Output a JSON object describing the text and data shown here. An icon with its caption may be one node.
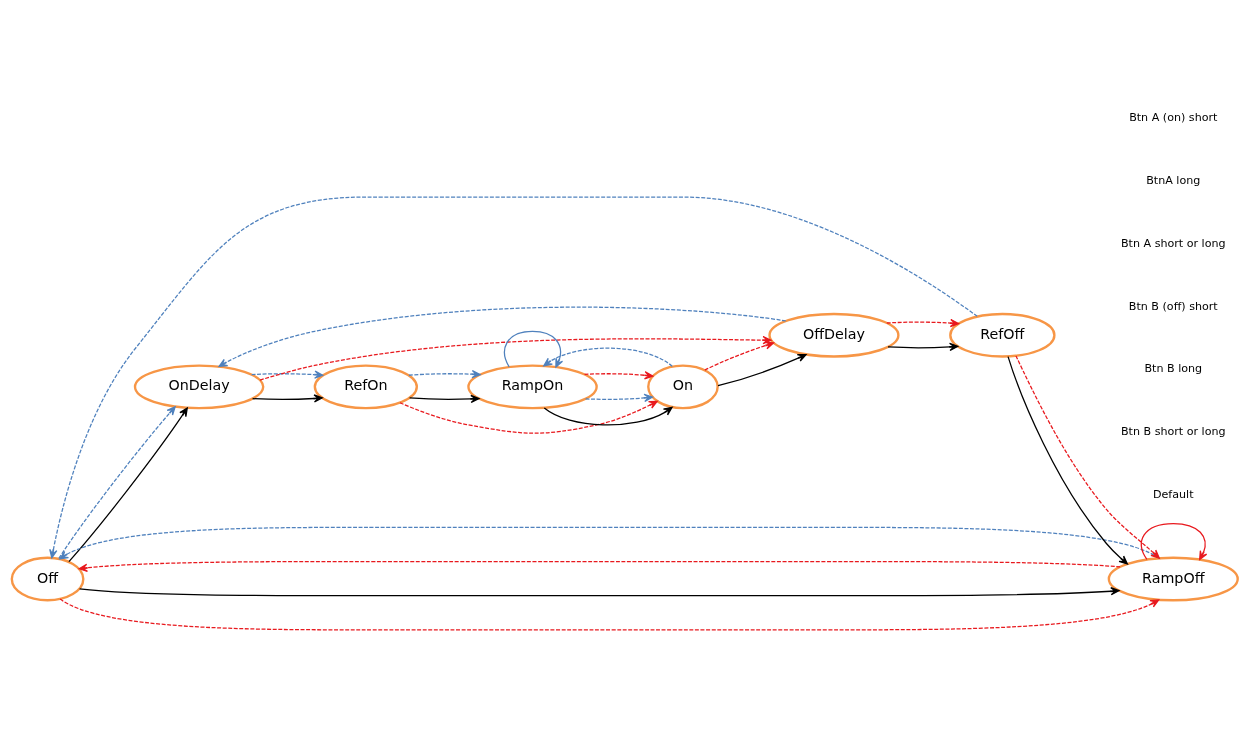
{
  "diagram": {
    "nodes": [
      {
        "text": [
          "Off"
        ]
      },
      {
        "text": [
          "OnDelay"
        ]
      },
      {
        "text": [
          "RefOn"
        ]
      },
      {
        "text": [
          "RampOn"
        ]
      },
      {
        "text": [
          "On"
        ]
      },
      {
        "text": [
          "RampOff"
        ]
      },
      {
        "text": [
          "OffDelay"
        ]
      },
      {
        "text": [
          "RefOff"
        ]
      }
    ],
    "edges": [
      {
        "from": 0,
        "to": 1,
        "arrow": "to",
        "color": "#000000"
      },
      {
        "from": 0,
        "to": 1,
        "arrow": "to",
        "style": "dashed",
        "color": "#4f81bd"
      },
      {
        "from": 6,
        "to": 1,
        "arrow": "to",
        "style": "dashed",
        "color": "#4f81bd"
      },
      {
        "from": 1,
        "to": 2,
        "arrow": "to",
        "color": "#000000"
      },
      {
        "from": 1,
        "to": 2,
        "arrow": "to",
        "style": "dashed",
        "color": "#4f81bd"
      },
      {
        "from": 2,
        "to": 3,
        "arrow": "to",
        "color": "#000000"
      },
      {
        "from": 2,
        "to": 3,
        "arrow": "to",
        "style": "dashed",
        "color": "#4f81bd"
      },
      {
        "from": 3,
        "to": 3,
        "arrow": "to",
        "color": "#4f81bd"
      },
      {
        "from": 3,
        "to": 4,
        "arrow": "to",
        "color": "#000000"
      },
      {
        "from": 3,
        "to": 4,
        "arrow": "to",
        "style": "dashed",
        "color": "#4f81bd"
      },
      {
        "from": 3,
        "to": 4,
        "arrow": "to",
        "style": "dashed",
        "color": "#e8191e"
      },
      {
        "from": 4,
        "to": 3,
        "arrow": "to",
        "style": "dashed",
        "color": "#4f81bd"
      },
      {
        "from": 2,
        "to": 4,
        "arrow": "to",
        "style": "dashed",
        "color": "#e8191e"
      },
      {
        "from": 1,
        "to": 6,
        "arrow": "to",
        "style": "dashed",
        "color": "#e8191e"
      },
      {
        "from": 0,
        "to": 5,
        "arrow": "to",
        "style": "dashed",
        "color": "#e8191e"
      },
      {
        "from": 0,
        "to": 5,
        "arrow": "to",
        "color": "#000000"
      },
      {
        "from": 4,
        "to": 6,
        "arrow": "to",
        "color": "#000000"
      },
      {
        "from": 4,
        "to": 6,
        "arrow": "to",
        "style": "dashed",
        "color": "#e8191e"
      },
      {
        "from": 6,
        "to": 7,
        "arrow": "to",
        "color": "#000000"
      },
      {
        "from": 6,
        "to": 7,
        "arrow": "to",
        "style": "dashed",
        "color": "#e8191e"
      },
      {
        "from": 7,
        "to": 5,
        "arrow": "to",
        "color": "#000000"
      },
      {
        "from": 7,
        "to": 5,
        "arrow": "to",
        "style": "dashed",
        "color": "#e8191e"
      },
      {
        "from": 5,
        "to": 5,
        "arrow": "to",
        "color": "#e8191e"
      },
      {
        "from": 5,
        "to": 0,
        "arrow": "to",
        "style": "dashed",
        "color": "#e8191e"
      },
      {
        "from": 5,
        "to": 0,
        "arrow": "to",
        "style": "dashed",
        "color": "#4f81bd"
      },
      {
        "from": 7,
        "to": 0,
        "arrow": "to",
        "style": "dashed",
        "color": "#4f81bd"
      }
    ],
    "legend": [
      {
        "text": "Btn A (on) short"
      },
      {
        "text": "BtnA long"
      },
      {
        "text": "Btn A short or long"
      },
      {
        "text": "Btn B (off) short"
      },
      {
        "text": "Btn B long"
      },
      {
        "text": "Btn B short or long"
      },
      {
        "text": "Default"
      }
    ]
  }
}
